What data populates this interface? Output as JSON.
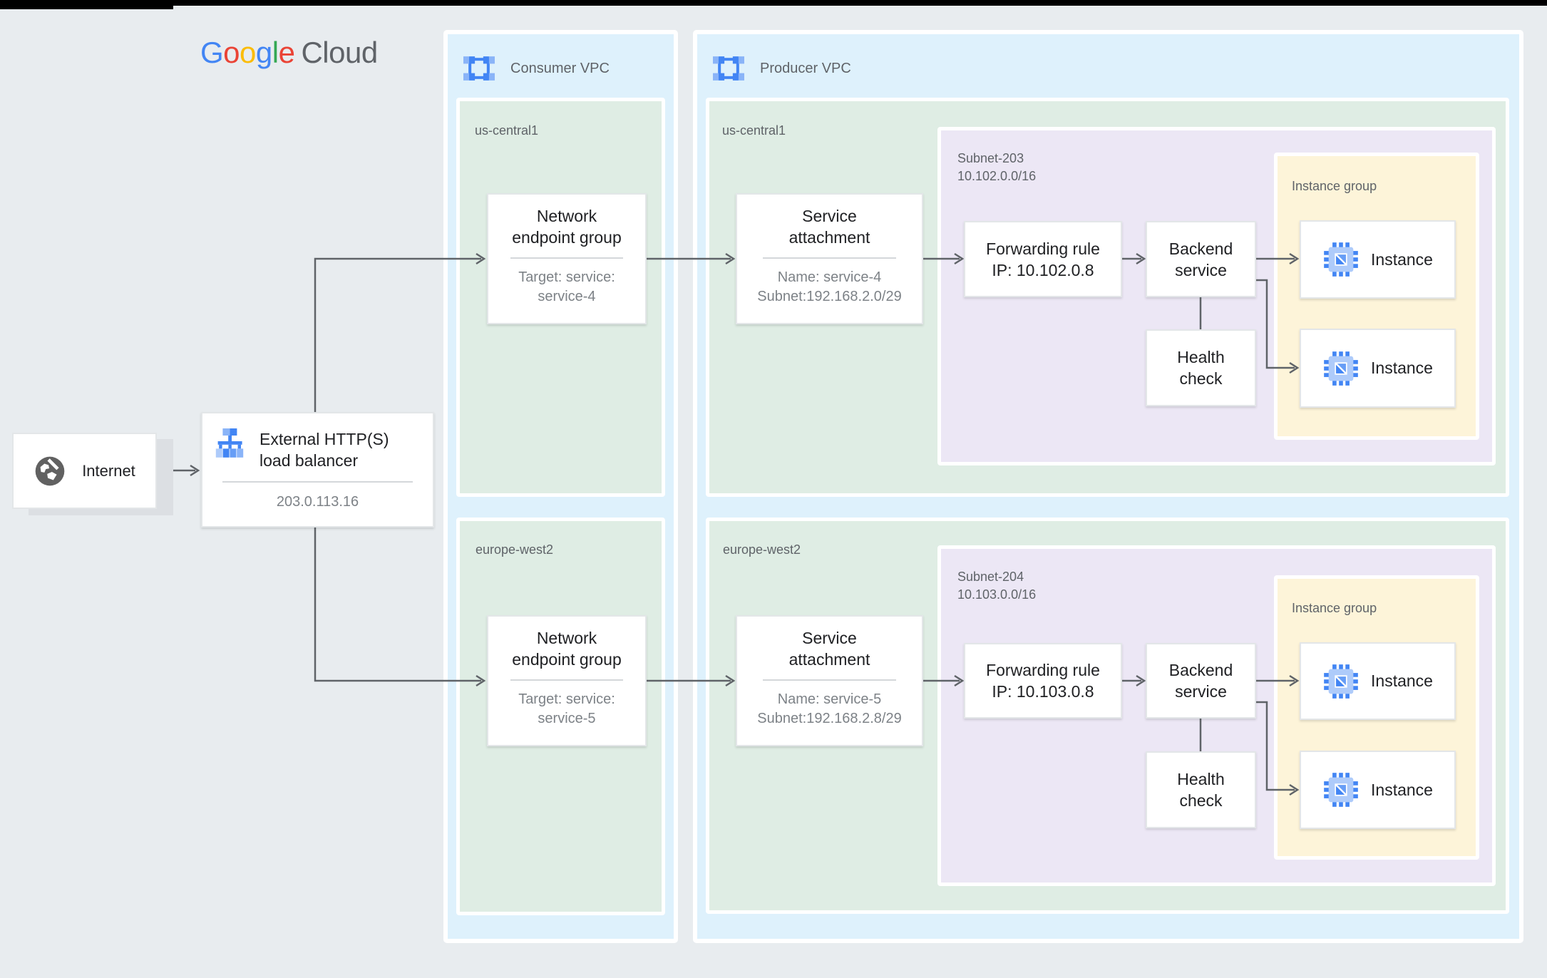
{
  "colors": {
    "page_background": "#e8ecef",
    "vpc_panel": "#def1fc",
    "region_panel": "#dfede4",
    "subnet_panel": "#ece7f5",
    "instance_group_panel": "#fdf4d9",
    "google_blue": "#4285F4",
    "google_red": "#EA4335",
    "google_yellow": "#FBBC05",
    "google_green": "#34A853",
    "text_dark": "#202124",
    "text_gray": "#5f6368",
    "wire_gray": "#5f6368"
  },
  "logo": {
    "letters": [
      {
        "char": "G"
      },
      {
        "char": "o"
      },
      {
        "char": "o"
      },
      {
        "char": "g"
      },
      {
        "char": "l"
      },
      {
        "char": "e"
      }
    ],
    "suffix": "Cloud"
  },
  "internet": {
    "label": "Internet"
  },
  "load_balancer": {
    "title_line1": "External HTTP(S)",
    "title_line2": "load balancer",
    "ip": "203.0.113.16"
  },
  "consumer_vpc": {
    "label": "Consumer VPC",
    "regions": [
      {
        "name": "us-central1",
        "neg": {
          "title_line1": "Network",
          "title_line2": "endpoint group",
          "sub_line1": "Target: service:",
          "sub_line2": "service-4"
        }
      },
      {
        "name": "europe-west2",
        "neg": {
          "title_line1": "Network",
          "title_line2": "endpoint group",
          "sub_line1": "Target: service:",
          "sub_line2": "service-5"
        }
      }
    ]
  },
  "producer_vpc": {
    "label": "Producer VPC",
    "regions": [
      {
        "name": "us-central1",
        "service_attachment": {
          "title_line1": "Service",
          "title_line2": "attachment",
          "sub_line1": "Name: service-4",
          "sub_line2": "Subnet:192.168.2.0/29"
        },
        "subnet": {
          "name": "Subnet-203",
          "cidr": "10.102.0.0/16",
          "forwarding_rule": {
            "line1": "Forwarding rule",
            "line2": "IP: 10.102.0.8"
          },
          "backend_service": {
            "line1": "Backend",
            "line2": "service"
          },
          "health_check": {
            "line1": "Health",
            "line2": "check"
          },
          "instance_group": {
            "label": "Instance group",
            "instances": [
              {
                "label": "Instance"
              },
              {
                "label": "Instance"
              }
            ]
          }
        }
      },
      {
        "name": "europe-west2",
        "service_attachment": {
          "title_line1": "Service",
          "title_line2": "attachment",
          "sub_line1": "Name: service-5",
          "sub_line2": "Subnet:192.168.2.8/29"
        },
        "subnet": {
          "name": "Subnet-204",
          "cidr": "10.103.0.0/16",
          "forwarding_rule": {
            "line1": "Forwarding rule",
            "line2": "IP: 10.103.0.8"
          },
          "backend_service": {
            "line1": "Backend",
            "line2": "service"
          },
          "health_check": {
            "line1": "Health",
            "line2": "check"
          },
          "instance_group": {
            "label": "Instance group",
            "instances": [
              {
                "label": "Instance"
              },
              {
                "label": "Instance"
              }
            ]
          }
        }
      }
    ]
  }
}
